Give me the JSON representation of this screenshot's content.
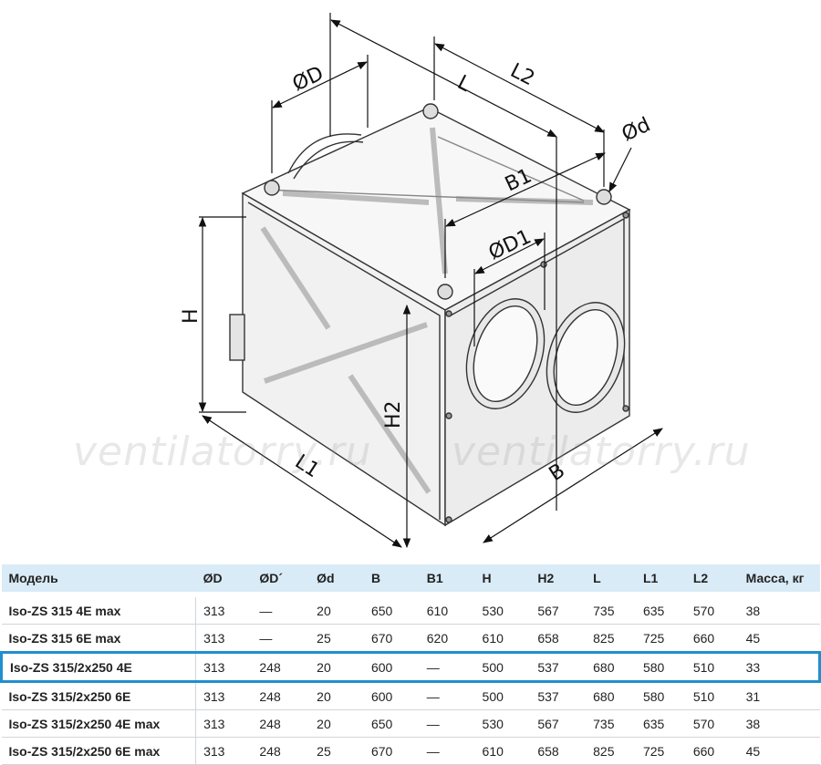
{
  "watermarks": [
    "ventilatorry.ru",
    "ventilatorry.ru"
  ],
  "dimension_labels": {
    "D": "ØD",
    "L": "L",
    "L2": "L2",
    "d": "Ød",
    "B1": "B1",
    "D1": "ØD1",
    "H": "H",
    "H2": "H2",
    "L1": "L1",
    "B": "B"
  },
  "table": {
    "headers": [
      "Модель",
      "ØD",
      "ØD´",
      "Ød",
      "B",
      "B1",
      "H",
      "H2",
      "L",
      "L1",
      "L2",
      "Масса, кг"
    ],
    "rows": [
      [
        "Iso-ZS 315 4E max",
        "313",
        "—",
        "20",
        "650",
        "610",
        "530",
        "567",
        "735",
        "635",
        "570",
        "38"
      ],
      [
        "Iso-ZS 315 6E max",
        "313",
        "—",
        "25",
        "670",
        "620",
        "610",
        "658",
        "825",
        "725",
        "660",
        "45"
      ],
      [
        "Iso-ZS 315/2x250 4E",
        "313",
        "248",
        "20",
        "600",
        "—",
        "500",
        "537",
        "680",
        "580",
        "510",
        "33"
      ],
      [
        "Iso-ZS 315/2x250 6E",
        "313",
        "248",
        "20",
        "600",
        "—",
        "500",
        "537",
        "680",
        "580",
        "510",
        "31"
      ],
      [
        "Iso-ZS 315/2x250 4E max",
        "313",
        "248",
        "20",
        "650",
        "—",
        "530",
        "567",
        "735",
        "635",
        "570",
        "38"
      ],
      [
        "Iso-ZS 315/2x250 6E max",
        "313",
        "248",
        "25",
        "670",
        "—",
        "610",
        "658",
        "825",
        "725",
        "660",
        "45"
      ]
    ],
    "highlight_row": 2,
    "colors": {
      "header_bg": "#d9ebf6",
      "highlight": "#1f8fcf"
    }
  }
}
